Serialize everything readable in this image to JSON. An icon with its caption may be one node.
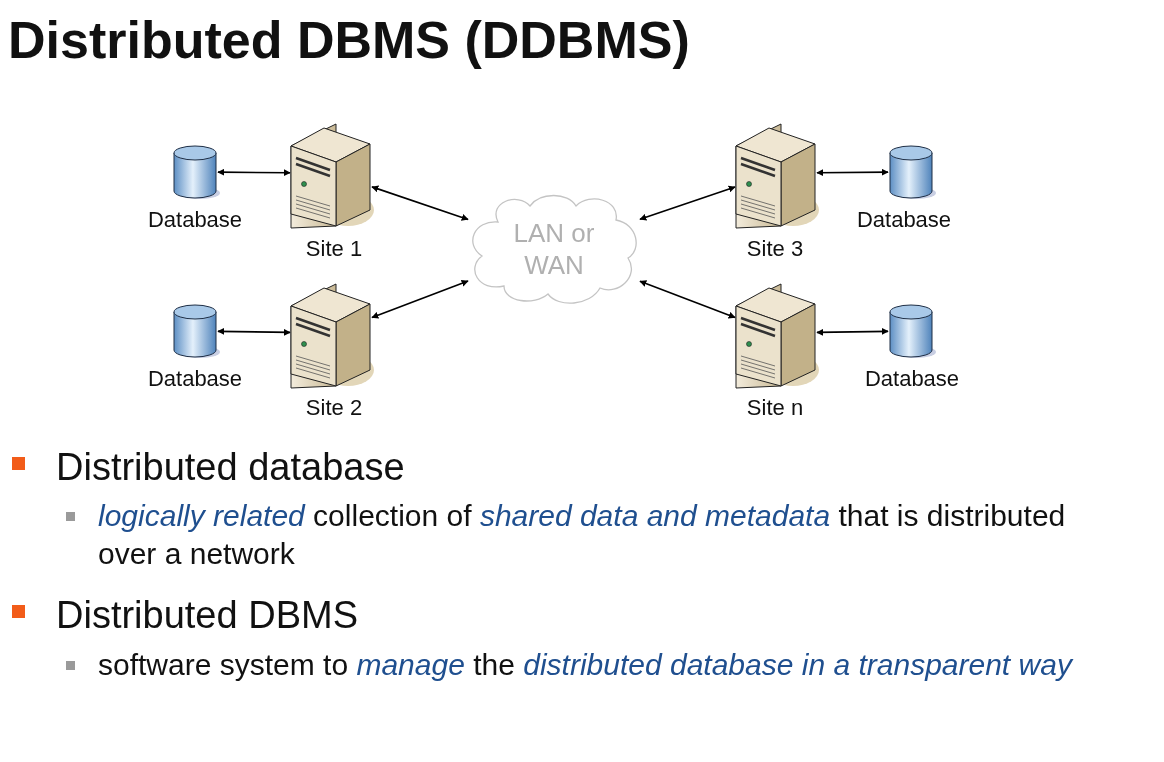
{
  "diagram": {
    "title": "Distributed DBMS (DDBMS)",
    "nodes": [
      {
        "text": [],
        "shape": "cylinder",
        "beside": [
          "Database"
        ]
      },
      {
        "text": [],
        "shape": "server",
        "beside": [
          "Site 1"
        ]
      },
      {
        "text": [
          "LAN or WAN"
        ]
      },
      {
        "text": [],
        "shape": "server",
        "beside": [
          "Site 3"
        ]
      },
      {
        "text": [],
        "shape": "cylinder",
        "beside": [
          "Database"
        ]
      },
      {
        "text": [],
        "shape": "cylinder",
        "beside": [
          "Database"
        ]
      },
      {
        "text": [],
        "shape": "server",
        "beside": [
          "Site 2"
        ]
      },
      {
        "text": [],
        "shape": "server",
        "beside": [
          "Site n"
        ]
      },
      {
        "text": [],
        "shape": "cylinder",
        "beside": [
          "Database"
        ]
      }
    ],
    "edges": [
      {
        "from": 0,
        "to": 1,
        "arrow": "both"
      },
      {
        "from": 1,
        "to": 2,
        "arrow": "both"
      },
      {
        "from": 3,
        "to": 2,
        "arrow": "both"
      },
      {
        "from": 3,
        "to": 4,
        "arrow": "both"
      },
      {
        "from": 5,
        "to": 6,
        "arrow": "both"
      },
      {
        "from": 6,
        "to": 2,
        "arrow": "both"
      },
      {
        "from": 7,
        "to": 2,
        "arrow": "both"
      },
      {
        "from": 7,
        "to": 8,
        "arrow": "both"
      }
    ],
    "labels": [
      "Distributed database",
      "*logically related* collection of *shared data and metadata* that is distributed over a network",
      "Distributed DBMS",
      "software system to *manage* the *distributed database in a transparent way*"
    ]
  }
}
